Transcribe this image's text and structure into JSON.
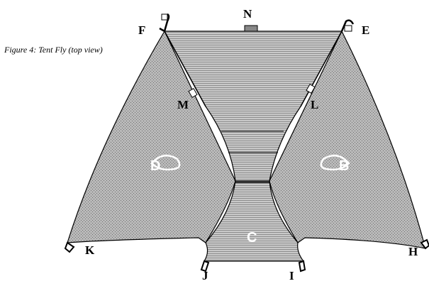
{
  "figure": {
    "caption": "Figure 4: Tent Fly (top view)"
  },
  "labels": {
    "N": "N",
    "F": "F",
    "E": "E",
    "M": "M",
    "L": "L",
    "K": "K",
    "H": "H",
    "J": "J",
    "I": "I"
  },
  "panel_marks": {
    "left": "D",
    "right": "B",
    "center": "C"
  },
  "colors": {
    "fabric_gray": "#a8a8a8",
    "center_panel": "#c4c4c4",
    "outline": "#000000",
    "background": "#ffffff"
  }
}
